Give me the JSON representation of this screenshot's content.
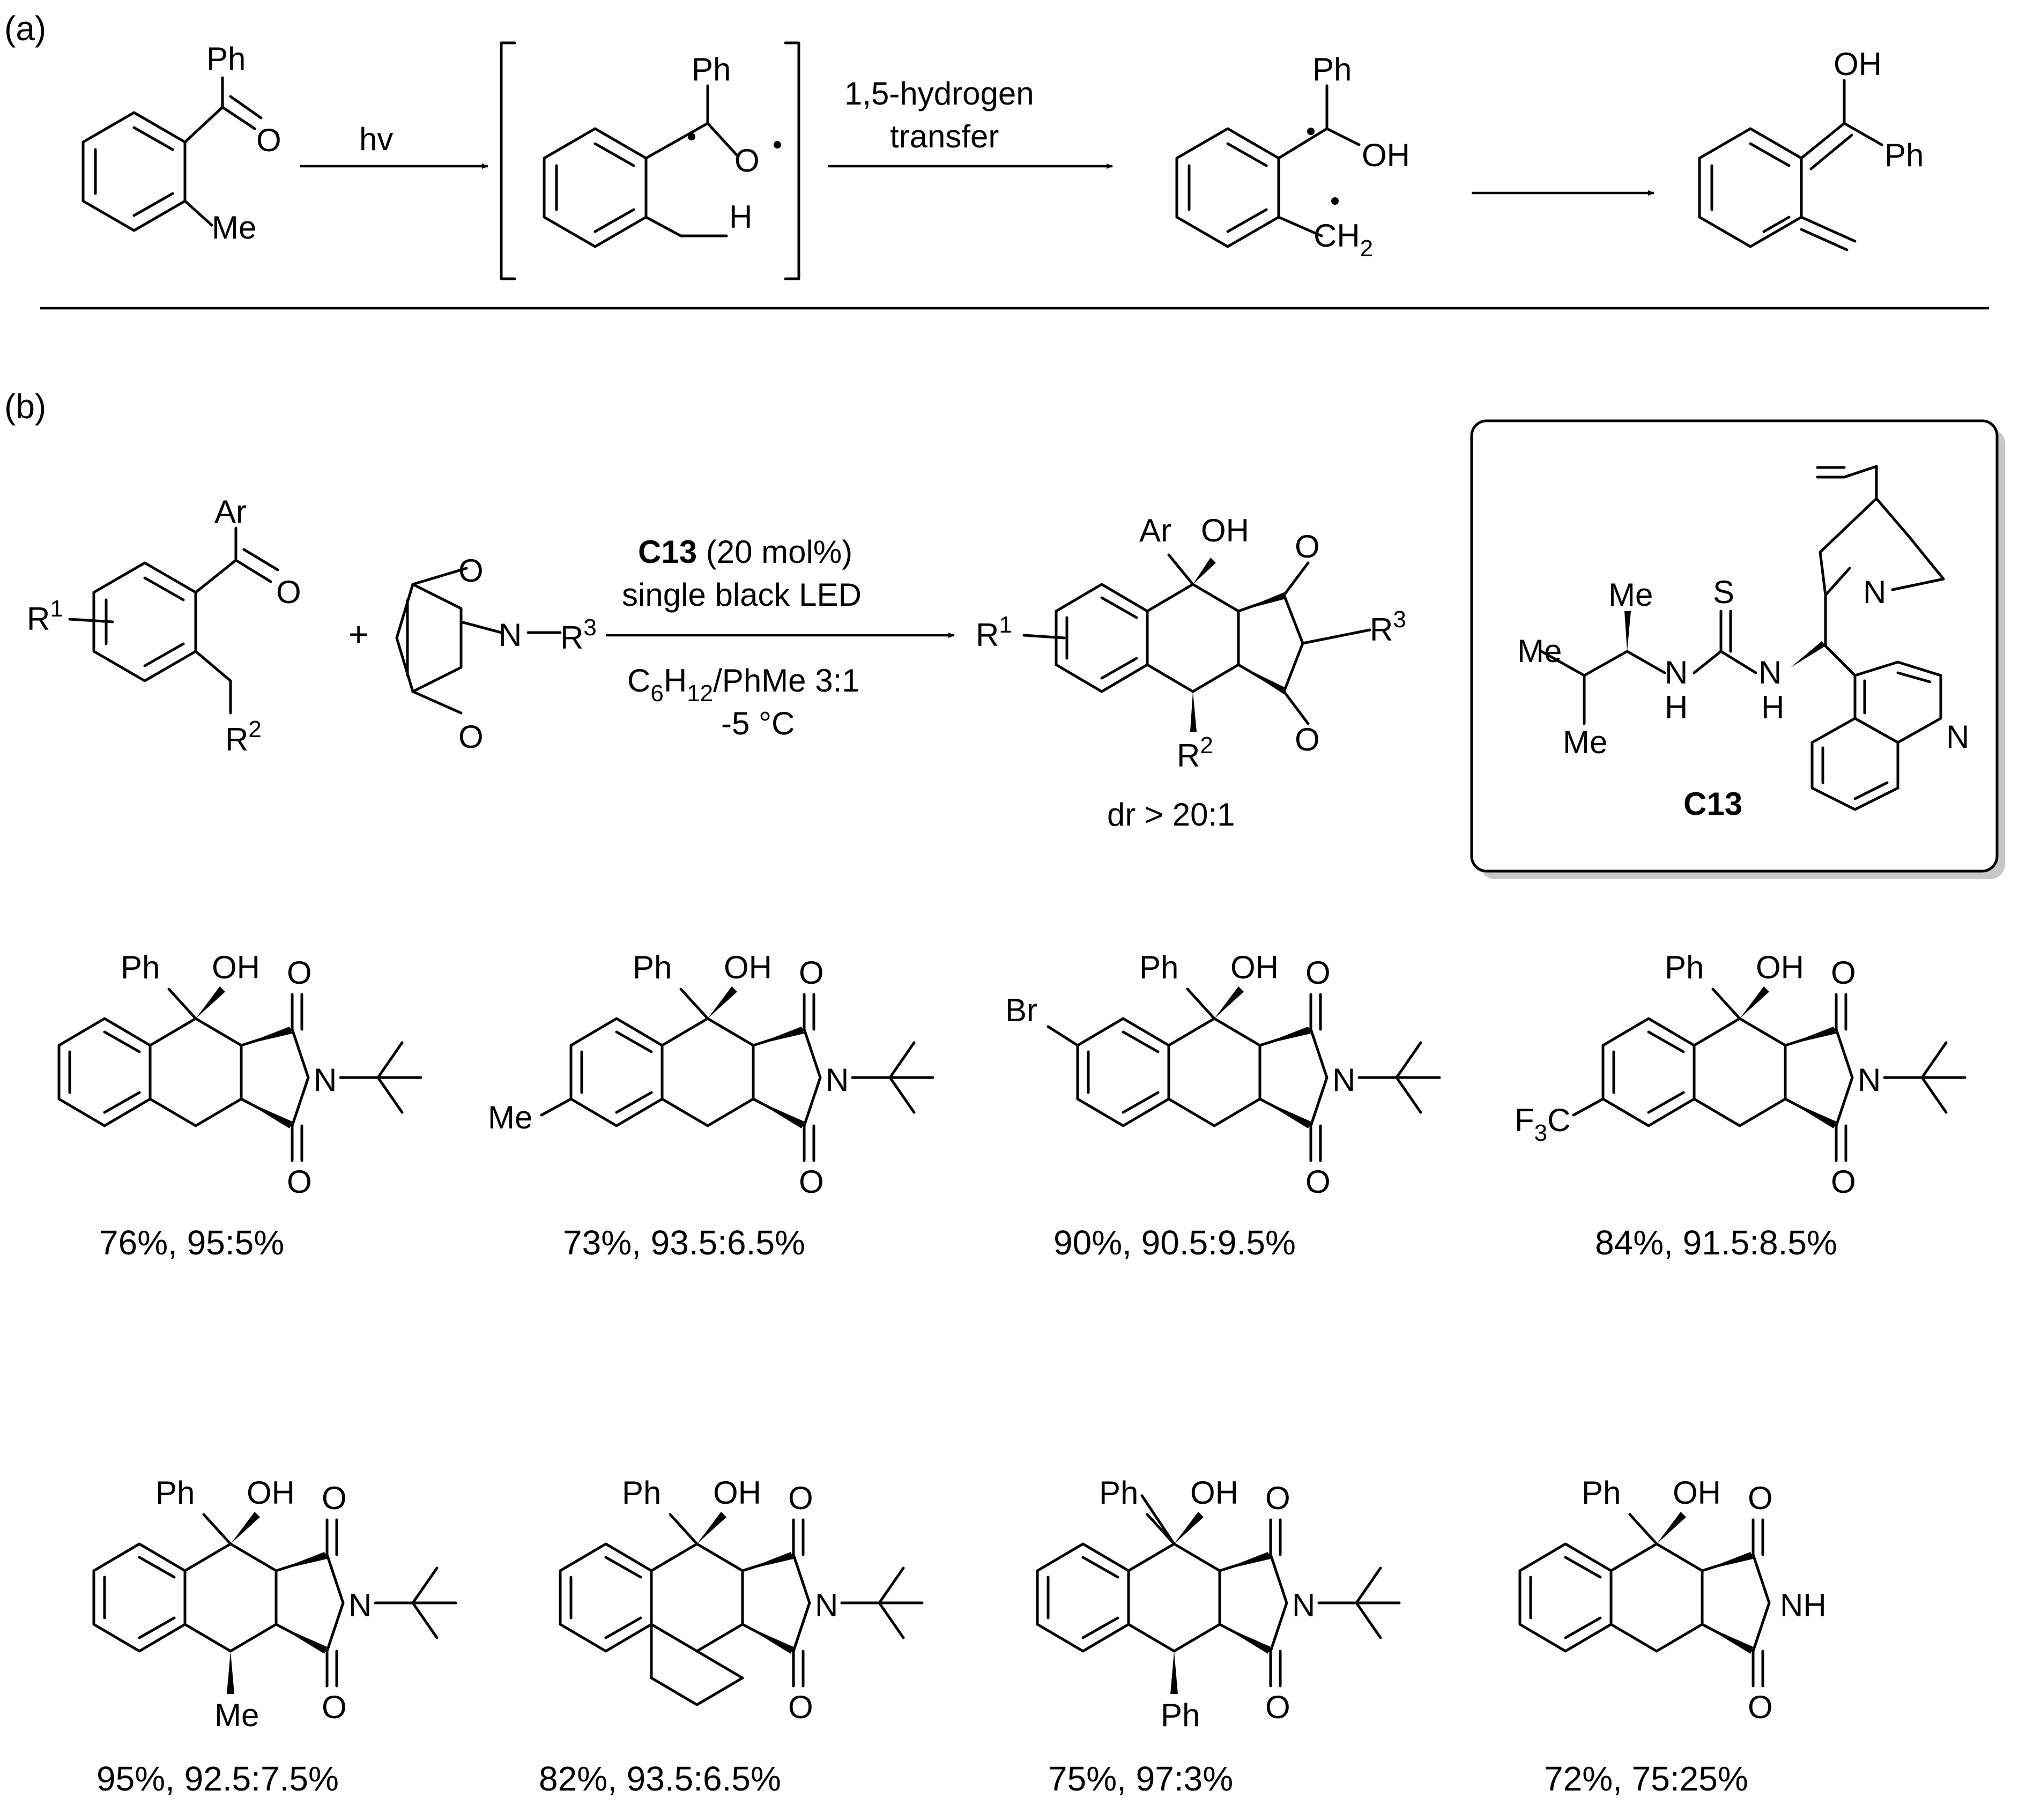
{
  "panel_a": {
    "label": "(a)",
    "reagent_label": "hv",
    "step_label_line1": "1,5-hydrogen",
    "step_label_line2": "transfer",
    "ph": "Ph",
    "o": "O",
    "me": "Me",
    "oh": "OH",
    "h": "H",
    "ch2": "CH",
    "ch2_sub": "2"
  },
  "panel_b": {
    "label": "(b)",
    "ar": "Ar",
    "r": "R",
    "r1_sup": "1",
    "r2_sup": "2",
    "r3_sup": "3",
    "o": "O",
    "n": "N",
    "oh": "OH",
    "plus": "+",
    "catalyst_bold": "C13",
    "catalyst_rest": " (20 mol%)",
    "light": "single black LED",
    "solvent_a": "C",
    "solvent_sub1": "6",
    "solvent_b": "H",
    "solvent_sub2": "12",
    "solvent_c": "/PhMe 3:1",
    "temperature": "-5 °C",
    "dr": "dr > 20:1",
    "catalyst_box": {
      "name": "C13",
      "me": "Me",
      "s": "S",
      "n": "N",
      "h": "H"
    }
  },
  "products": [
    {
      "result": "76%, 95:5%",
      "substituent": ""
    },
    {
      "result": "73%, 93.5:6.5%",
      "substituent": "Me"
    },
    {
      "result": "90%, 90.5:9.5%",
      "substituent": "Br"
    },
    {
      "result": "84%, 91.5:8.5%",
      "substituent": "F3C"
    },
    {
      "result": "95%, 92.5:7.5%",
      "substituent": "Me"
    },
    {
      "result": "82%, 93.5:6.5%",
      "substituent": ""
    },
    {
      "result": "75%, 97:3%",
      "substituent": "Ph"
    },
    {
      "result": "72%, 75:25%",
      "substituent": "NH"
    }
  ],
  "common": {
    "ph": "Ph",
    "oh": "OH",
    "o": "O",
    "n": "N",
    "me": "Me",
    "br": "Br",
    "f3c_f": "F",
    "f3c_sub": "3",
    "f3c_c": "C",
    "nh": "NH"
  }
}
